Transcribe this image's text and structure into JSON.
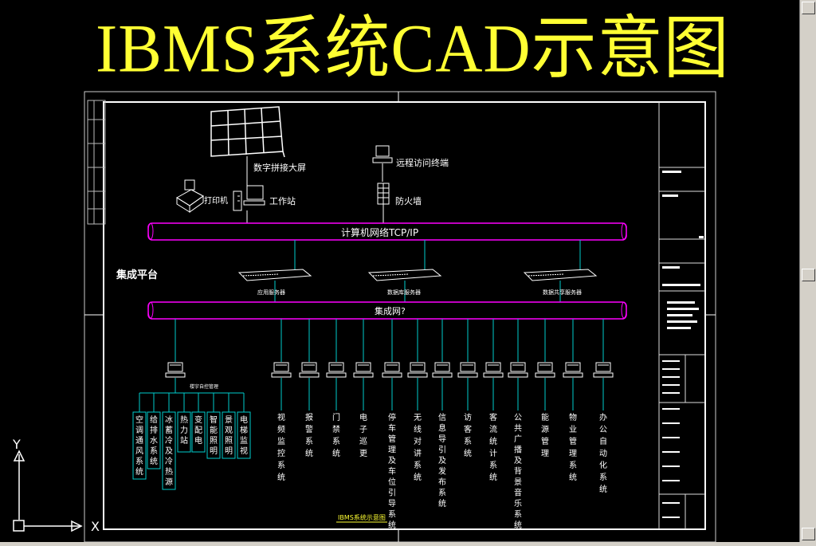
{
  "title": "IBMS系统CAD示意图",
  "top_devices": {
    "video_wall": "数字拼接大屏",
    "remote_terminal": "远程访问终端",
    "printer": "打印机",
    "workstation": "工作站",
    "firewall": "防火墙"
  },
  "network_bus": "计算机网络TCP/IP",
  "integration_platform": "集成平台",
  "servers": [
    "应用服务器",
    "数据库服务器",
    "数据共享服务器"
  ],
  "integration_bus": "集成网?",
  "left_group": {
    "header": "楼宇自控管理",
    "subsystems": [
      "空调通风系统",
      "给排水系统",
      "冰蓄冷及冷热源",
      "热力站",
      "变配电",
      "智能照明",
      "景观照明",
      "电梯监视"
    ]
  },
  "subsystems": [
    "视频监控系统",
    "报警系统",
    "门禁系统",
    "电子巡更",
    "停车管理及车位引导系统",
    "无线对讲系统",
    "信息导引及发布系统",
    "访客系统",
    "客流统计系统",
    "公共广播及背景音乐系统",
    "能源管理",
    "物业管理系统",
    "办公自动化系统"
  ],
  "footer_caption": "IBMS系统示意图",
  "axis": {
    "y": "Y",
    "x": "X"
  },
  "colors": {
    "title": "#ffff33",
    "bus": "#ff00ff",
    "connector": "#00cccc",
    "label": "#ffffff",
    "frame": "#ffffff",
    "background": "#000000"
  }
}
